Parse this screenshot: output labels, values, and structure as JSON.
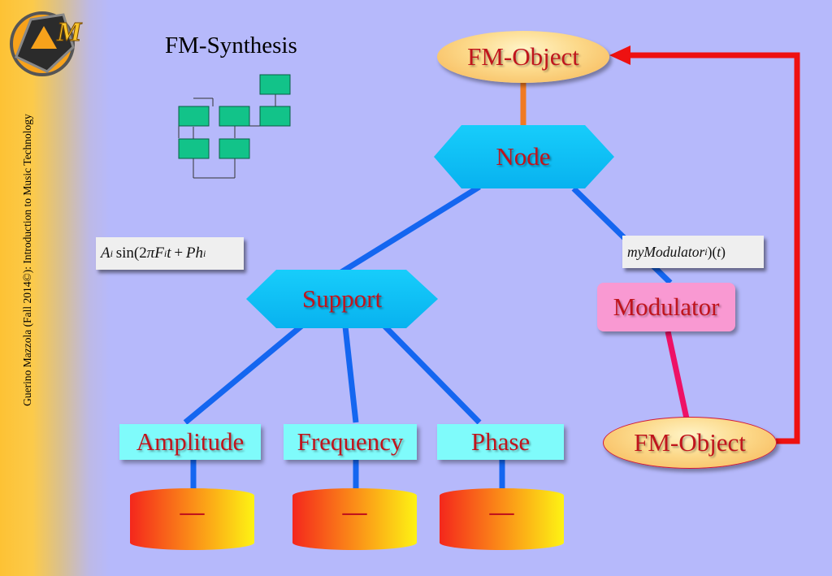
{
  "sidebar": {
    "caption": "Guerino Mazzola (Fall 2014©): Introduction to Music Technology"
  },
  "slide": {
    "title": "FM-Synthesis"
  },
  "nodes": {
    "fm_object_top": "FM-Object",
    "node": "Node",
    "support": "Support",
    "modulator": "Modulator",
    "fm_object_bottom": "FM-Object"
  },
  "formulas": {
    "carrier": "A_i sin(2πF_i t + Ph_i",
    "modulator": "myModulator_i)(t)"
  },
  "parameters": [
    {
      "label": "Amplitude",
      "value": "—"
    },
    {
      "label": "Frequency",
      "value": "—"
    },
    {
      "label": "Phase",
      "value": "—"
    }
  ],
  "colors": {
    "background": "#b6b9fb",
    "hexagon_fill": "#0fc3f7",
    "param_fill": "#7ffbfb",
    "modulator_fill": "#f999d2",
    "label_text": "#c0141c",
    "tree_edge": "#1466f0",
    "feedback_arrow": "#ee1111",
    "fm_link": "#f07a22",
    "mod_link": "#ee1166",
    "mini_box": "#12c389"
  }
}
